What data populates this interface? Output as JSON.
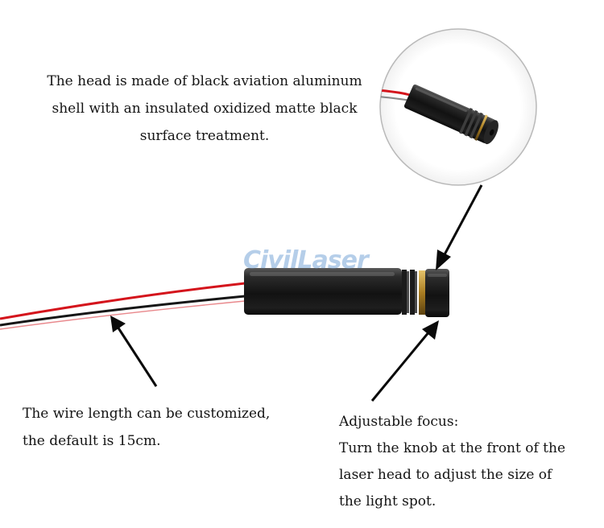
{
  "captions": {
    "head_material": [
      "The head is made of black aviation aluminum",
      "shell with an insulated oxidized matte black",
      "surface treatment."
    ],
    "wire_length": [
      "The wire length can be customized,",
      "the default is 15cm."
    ],
    "adjustable_focus": [
      "Adjustable focus:",
      "Turn the knob at the front of the",
      "laser head to adjust the size of",
      "the light spot."
    ]
  },
  "watermark": "CivilLaser",
  "colors": {
    "wire_red": "#d4141c",
    "wire_black": "#161616",
    "housing": "#1a1a1a",
    "brass_ring": "#b58a2c",
    "arrow": "#0a0a0a"
  }
}
